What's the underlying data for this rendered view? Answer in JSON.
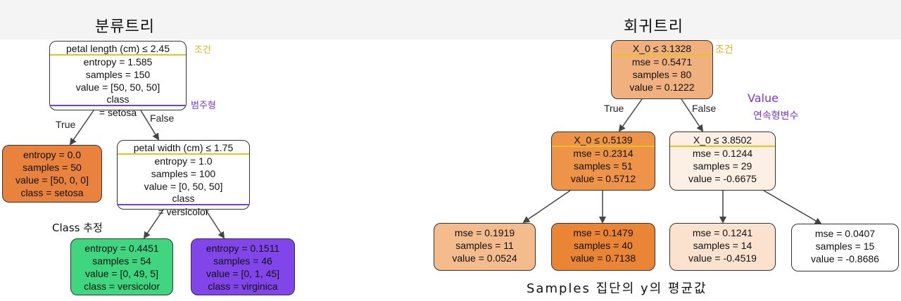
{
  "headings": {
    "left": "분류트리",
    "right": "회귀트리"
  },
  "edge_labels": {
    "true": "True",
    "false": "False"
  },
  "classification_tree": {
    "root": {
      "condition": "petal length (cm) ≤ 2.45",
      "entropy": "entropy = 1.585",
      "samples": "samples = 150",
      "value": "value = [50, 50, 50]",
      "class_key": "class",
      "class_rest": " = setosa",
      "color": "#ffffff"
    },
    "left": {
      "entropy": "entropy = 0.0",
      "samples": "samples = 50",
      "value": "value = [50, 0, 0]",
      "class": "class = setosa",
      "color": "#e8823c"
    },
    "right": {
      "condition": "petal width (cm) ≤ 1.75",
      "entropy": "entropy = 1.0",
      "samples": "samples = 100",
      "value": "value = [0, 50, 50]",
      "class_key": "class",
      "class_rest": " = versicolor",
      "color": "#ffffff"
    },
    "right_left": {
      "entropy": "entropy = 0.4451",
      "samples": "samples = 54",
      "value": "value = [0, 49, 5]",
      "class": "class = versicolor",
      "color": "#3fd67f"
    },
    "right_right": {
      "entropy": "entropy = 0.1511",
      "samples": "samples = 46",
      "value": "value = [0, 1, 45]",
      "class": "class = virginica",
      "color": "#8245ea"
    }
  },
  "regression_tree": {
    "root": {
      "condition": "X_0 ≤ 3.1328",
      "mse": "mse = 0.5471",
      "samples": "samples = 80",
      "value": "value = 0.1222",
      "color": "#f1b17e"
    },
    "left": {
      "condition": "X_0 ≤ 0.5139",
      "mse": "mse = 0.2314",
      "samples": "samples = 51",
      "value": "value = 0.5712",
      "color": "#ee9448"
    },
    "right": {
      "condition": "X_0 ≤ 3.8502",
      "mse": "mse = 0.1244",
      "samples": "samples = 29",
      "value": "value = -0.6675",
      "color": "#fcefe4"
    },
    "ll": {
      "mse": "mse = 0.1919",
      "samples": "samples = 11",
      "value": "value = 0.0524",
      "color": "#f4bb8c"
    },
    "lr": {
      "mse": "mse = 0.1479",
      "samples": "samples = 40",
      "value": "value = 0.7138",
      "color": "#ea8535"
    },
    "rl": {
      "mse": "mse = 0.1241",
      "samples": "samples = 14",
      "value": "value = -0.4519",
      "color": "#fbe2cf"
    },
    "rr": {
      "mse": "mse = 0.0407",
      "samples": "samples = 15",
      "value": "value = -0.8686",
      "color": "#ffffff"
    }
  },
  "annotations": {
    "condition_left": "조건",
    "categorical": "범주형",
    "class_estimate": "Class 추정",
    "condition_right": "조건",
    "value_word": "Value",
    "continuous": "연속형변수",
    "samples_mean": "Samples 집단의 y의 평균값"
  }
}
